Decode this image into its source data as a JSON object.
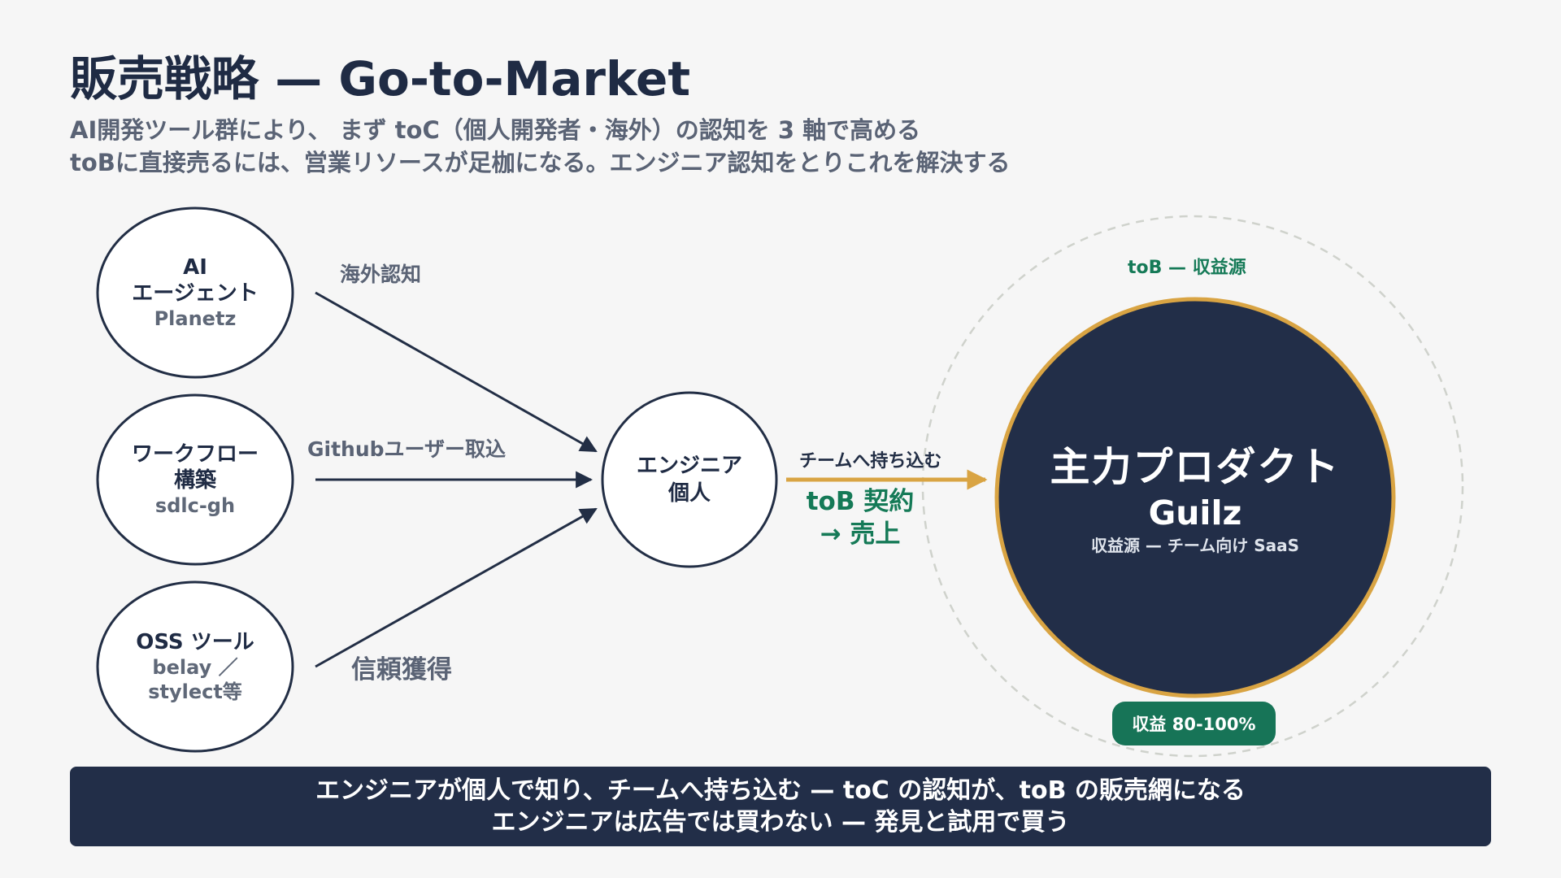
{
  "header": {
    "title": "販売戦略 — Go-to-Market",
    "subtitle_lines": [
      "AI開発ツール群により、 まず toC（個人開発者・海外）の認知を 3 軸で高める",
      "toBに直接売るには、営業リソースが足枷になる。エンジニア認知をとりこれを解決する"
    ]
  },
  "sources": [
    {
      "title_lines": [
        "AI",
        "エージェント"
      ],
      "sub_lines": [
        "Planetz"
      ]
    },
    {
      "title_lines": [
        "ワークフロー",
        "構築"
      ],
      "sub_lines": [
        "sdlc-gh"
      ]
    },
    {
      "title_lines": [
        "OSS ツール"
      ],
      "sub_lines": [
        "belay ／",
        "stylect等"
      ]
    }
  ],
  "edge_labels": [
    "海外認知",
    "Githubユーザー取込",
    "信頼獲得"
  ],
  "engineer": {
    "lines": [
      "エンジニア",
      "個人"
    ]
  },
  "flow": {
    "team_label": "チームへ持ち込む",
    "contract_lines": [
      "toB 契約",
      "→ 売上"
    ]
  },
  "product": {
    "ring_label": "toB — 収益源",
    "title": "主力プロダクト",
    "name": "Guilz",
    "subtitle": "収益源 — チーム向け SaaS",
    "revenue_badge": "収益 80-100%"
  },
  "banner": {
    "lines": [
      "エンジニアが個人で知り、チームへ持ち込む — toC の認知が、toB の販売網になる",
      "エンジニアは広告では買わない — 発見と試用で買う"
    ]
  },
  "colors": {
    "navy": "#222e48",
    "gold": "#d9a443",
    "green": "#177457",
    "background": "#f6f6f6",
    "dashed_ring": "#cfd2cc"
  }
}
